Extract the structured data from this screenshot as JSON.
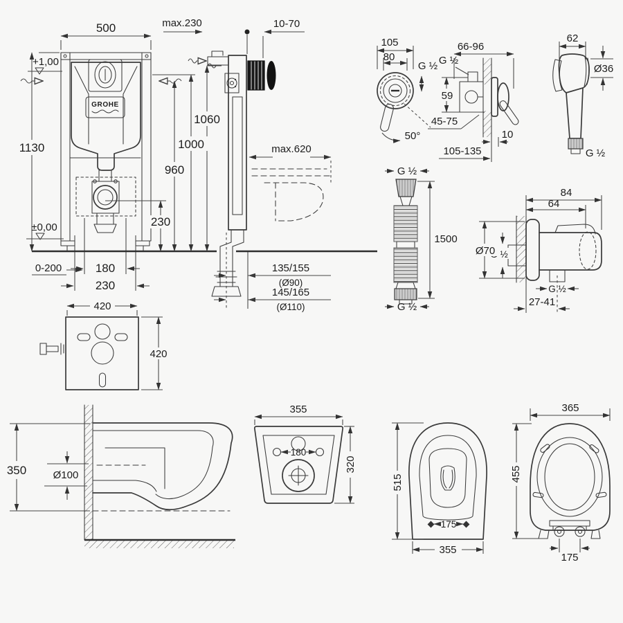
{
  "frame": {
    "w500": "500",
    "h1130": "1130",
    "lvl1": "+1,00",
    "lvl0": "±0,00",
    "feet": "0-200",
    "d180": "180",
    "d230": "230",
    "h230": "230",
    "brand": "GROHE"
  },
  "side": {
    "max230": "max.230",
    "r1070": "10-70",
    "h1060": "1060",
    "h1000": "1000",
    "h960": "960",
    "max620": "max.620",
    "da": "135/155",
    "daD": "(Ø90)",
    "db": "145/165",
    "dbD": "(Ø110)"
  },
  "mixer": {
    "w105": "105",
    "w80": "80",
    "g1": "G ½",
    "g2": "G ½",
    "h59": "59",
    "r4575": "45-75",
    "a50": "50°",
    "g10": "10",
    "r6696": "66-96",
    "r105135": "105-135"
  },
  "shower": {
    "w62": "62",
    "d36": "Ø36",
    "g": "G ½"
  },
  "hose": {
    "gt": "G ½",
    "len": "1500",
    "gb": "G ½"
  },
  "elbow": {
    "w84": "84",
    "w64": "64",
    "d70": "Ø70",
    "gin": "G ½",
    "gout": "G ½",
    "r2741": "27-41"
  },
  "gasket": {
    "w": "420",
    "h": "420"
  },
  "panSide": {
    "h350": "350",
    "d100": "Ø100"
  },
  "panRear": {
    "w355": "355",
    "h320": "320",
    "holes180": "180"
  },
  "panTop": {
    "l515": "515",
    "holes175": "175",
    "w355": "355"
  },
  "seat": {
    "w365": "365",
    "l455": "455",
    "h175": "175"
  }
}
